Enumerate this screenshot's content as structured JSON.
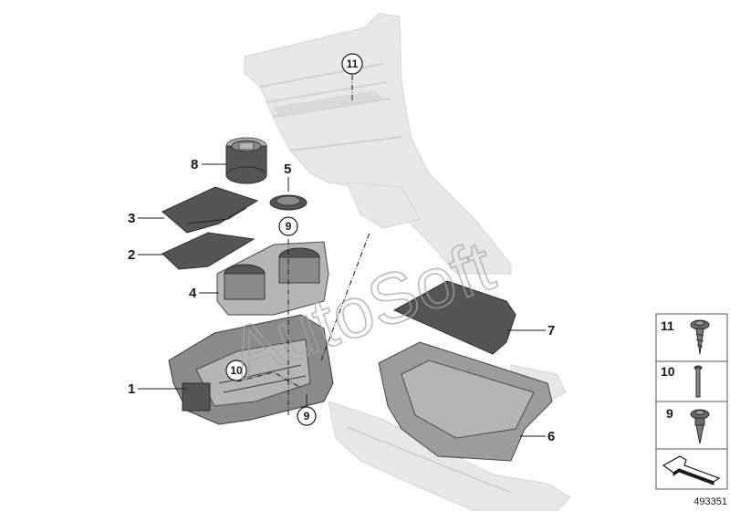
{
  "diagram": {
    "watermark": "AutoSoft",
    "diagram_number": "493351"
  },
  "callouts": {
    "c1": "1",
    "c2": "2",
    "c3": "3",
    "c4": "4",
    "c5": "5",
    "c6": "6",
    "c7": "7",
    "c8": "8",
    "c9_top": "9",
    "c9_bottom": "9",
    "c10": "10",
    "c11": "11"
  },
  "legend": {
    "items": [
      {
        "number": "11",
        "icon": "screw-flange-icon"
      },
      {
        "number": "10",
        "icon": "pin-bolt-icon"
      },
      {
        "number": "9",
        "icon": "screw-washer-icon"
      }
    ],
    "arrow_icon": "direction-arrow-icon"
  }
}
